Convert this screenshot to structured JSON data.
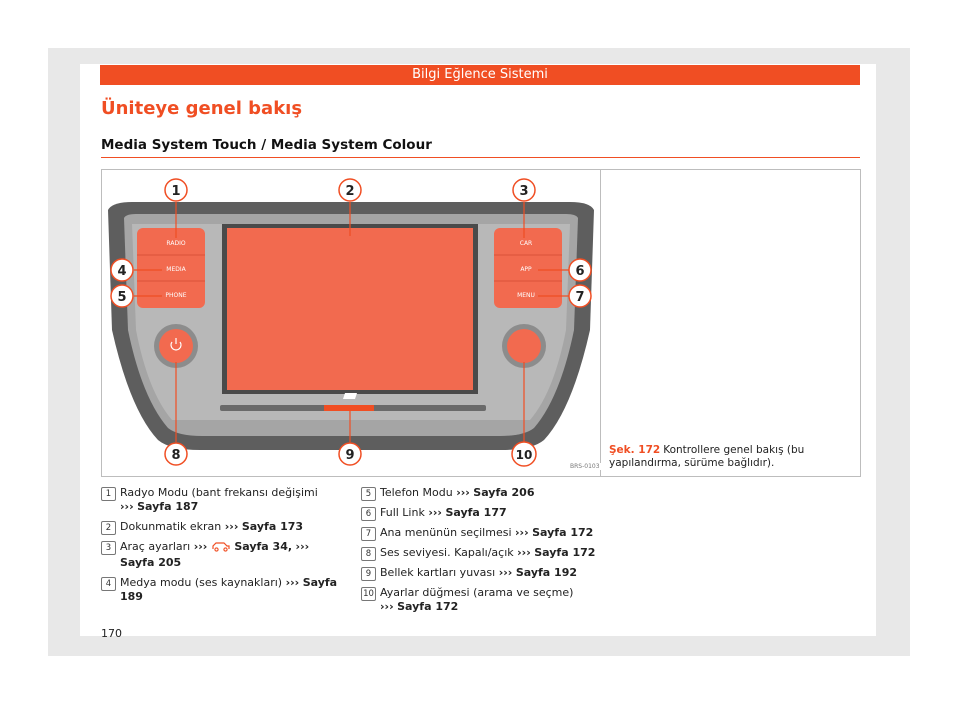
{
  "header": {
    "section": "Bilgi Eğlence Sistemi"
  },
  "title": "Üniteye genel bakış",
  "subtitle": "Media System Touch / Media System Colour",
  "figure": {
    "code": "BRS-0103",
    "caption_id": "Şek. 172",
    "caption_text": "Kontrollere genel bakış (bu yapılandırma, sürüme bağlıdır).",
    "buttons_left": [
      "RADIO",
      "MEDIA",
      "PHONE"
    ],
    "buttons_right": [
      "CAR",
      "APP",
      "MENU"
    ],
    "callouts": [
      "1",
      "2",
      "3",
      "4",
      "5",
      "6",
      "7",
      "8",
      "9",
      "10"
    ],
    "colors": {
      "accent": "#f04e23",
      "screen": "#f26a4f",
      "bezel": "#5b5b5b"
    },
    "icons": [
      "power-icon",
      "sd-card-icon"
    ]
  },
  "legend": {
    "left": [
      {
        "num": "1",
        "text": "Radyo Modu (bant frekansı değişimi",
        "arrows": "›››",
        "ref": "Sayfa 187"
      },
      {
        "num": "2",
        "text": "Dokunmatik ekran",
        "arrows": "›››",
        "ref": "Sayfa 173"
      },
      {
        "num": "3",
        "text": "Araç ayarları",
        "arrows": "›››",
        "icon": "car-settings-icon",
        "ref": "Sayfa 34,",
        "arrows2": "›››",
        "ref2": "Sayfa 205"
      },
      {
        "num": "4",
        "text": "Medya modu (ses kaynakları)",
        "arrows": "›››",
        "ref": "Sayfa 189"
      }
    ],
    "right": [
      {
        "num": "5",
        "text": "Telefon Modu",
        "arrows": "›››",
        "ref": "Sayfa 206"
      },
      {
        "num": "6",
        "text": "Full Link",
        "arrows": "›››",
        "ref": "Sayfa 177"
      },
      {
        "num": "7",
        "text": "Ana menünün seçilmesi",
        "arrows": "›››",
        "ref": "Sayfa 172"
      },
      {
        "num": "8",
        "text": "Ses seviyesi. Kapalı/açık",
        "arrows": "›››",
        "ref": "Sayfa 172"
      },
      {
        "num": "9",
        "text": "Bellek kartları yuvası",
        "arrows": "›››",
        "ref": "Sayfa 192"
      },
      {
        "num": "10",
        "text": "Ayarlar düğmesi (arama ve seçme)",
        "arrows": "›››",
        "ref": "Sayfa 172"
      }
    ]
  },
  "page_number": "170"
}
